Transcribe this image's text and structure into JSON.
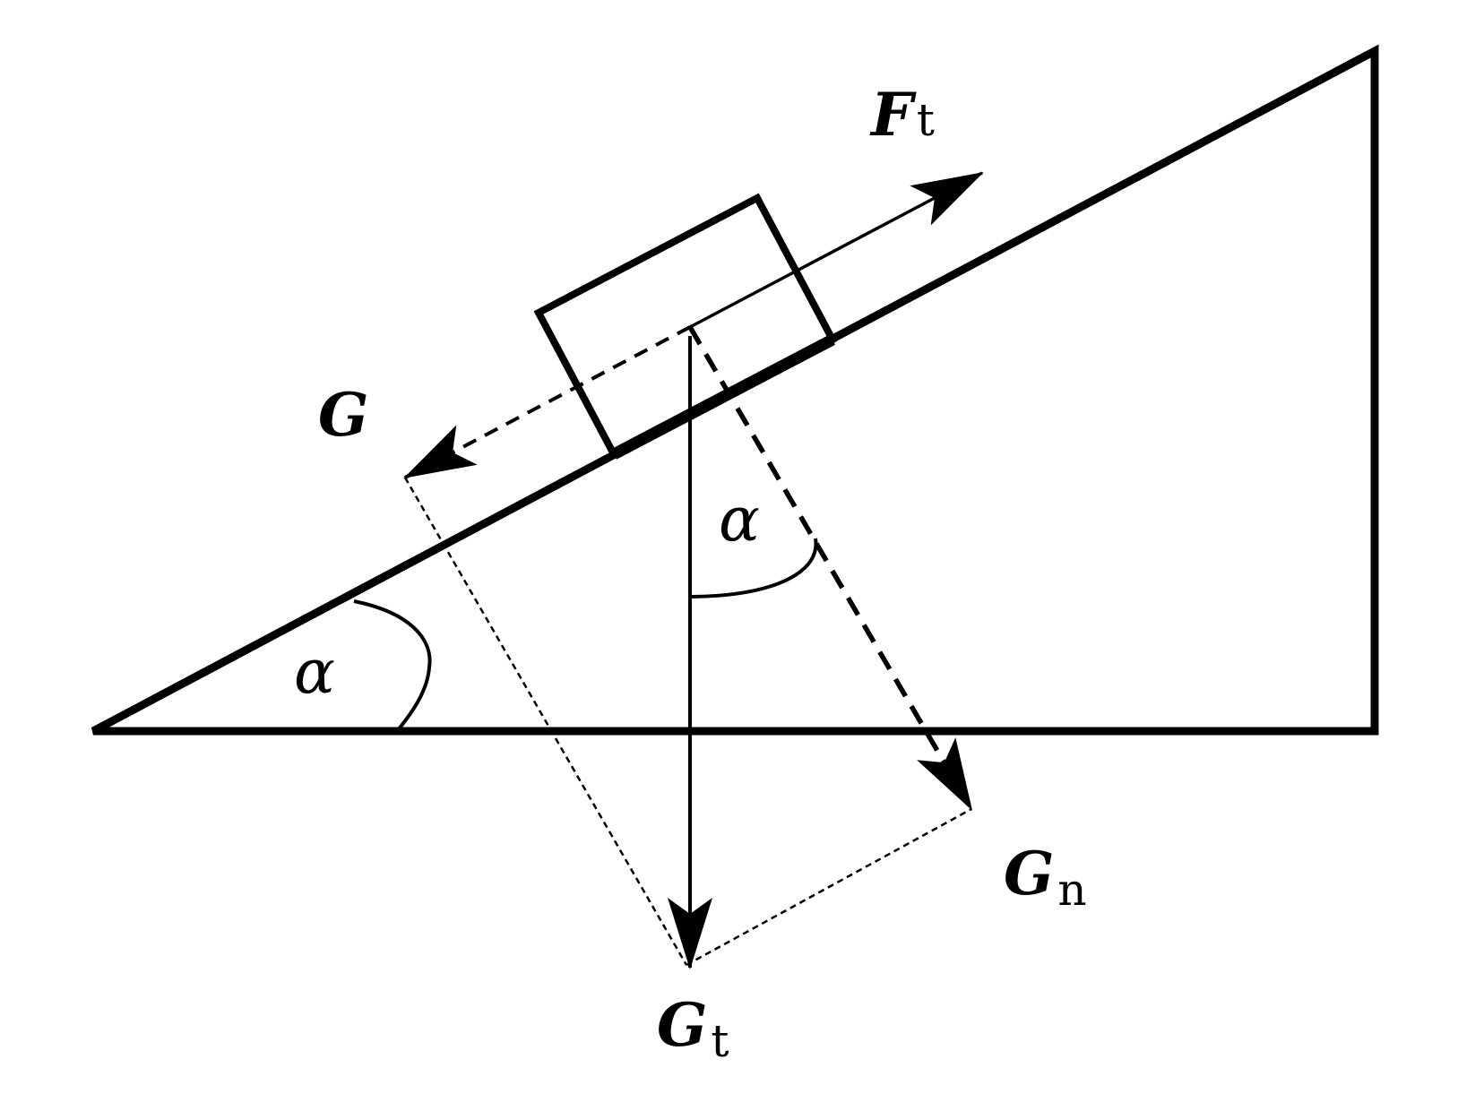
{
  "labels": {
    "force_pull": {
      "main": "F",
      "sub": "t"
    },
    "gravity": {
      "main": "G"
    },
    "normal_component": {
      "main": "G",
      "sub": "n"
    },
    "tangential_component": {
      "main": "G",
      "sub": "t"
    },
    "angle_base": "α",
    "angle_vertical": "α"
  },
  "colors": {
    "stroke": "#000000",
    "background": "#ffffff"
  }
}
